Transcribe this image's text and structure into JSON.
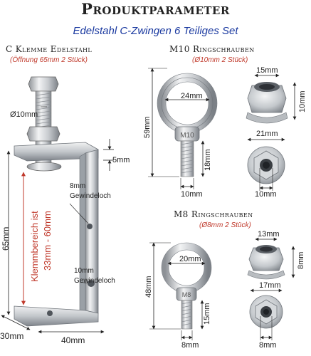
{
  "header": {
    "title": "Produktparameter",
    "subtitle": "Edelstahl C-Zwingen 6 Teiliges Set"
  },
  "clamp": {
    "heading": "C Klemme Edelstahl",
    "note": "(Öffnung 65mm 2 Stück)",
    "bolt_diameter": "Ø10mm",
    "dim_top": "5mm",
    "hole_top_label": "8mm Gewindeloch",
    "hole_bottom_label": "10mm Gewindeloch",
    "range_label": "Klemmbereich ist",
    "range_value": "33mm - 60mm",
    "height": "65mm",
    "depth": "30mm",
    "width": "40mm"
  },
  "m10": {
    "heading": "M10 Ringschrauben",
    "note": "(Ø10mm 2 Stück)",
    "ring_width": "24mm",
    "total_height": "59mm",
    "thread_length": "18mm",
    "thread_diameter": "10mm",
    "nut_top_width": "15mm",
    "nut_height": "10mm",
    "nut_flange": "21mm",
    "nut_bore": "10mm",
    "mark": "M10"
  },
  "m8": {
    "heading": "M8 Ringschrauben",
    "note": "(Ø8mm 2 Stück)",
    "ring_width": "20mm",
    "total_height": "48mm",
    "thread_length": "15mm",
    "thread_diameter": "8mm",
    "nut_top_width": "13mm",
    "nut_height": "8mm",
    "nut_flange": "17mm",
    "nut_bore": "8mm",
    "mark": "M8"
  },
  "colors": {
    "accent_red": "#c0392b",
    "subtitle_blue": "#1b3aa0",
    "steel_light": "#e6e8ea",
    "steel_dark": "#7d8288"
  }
}
